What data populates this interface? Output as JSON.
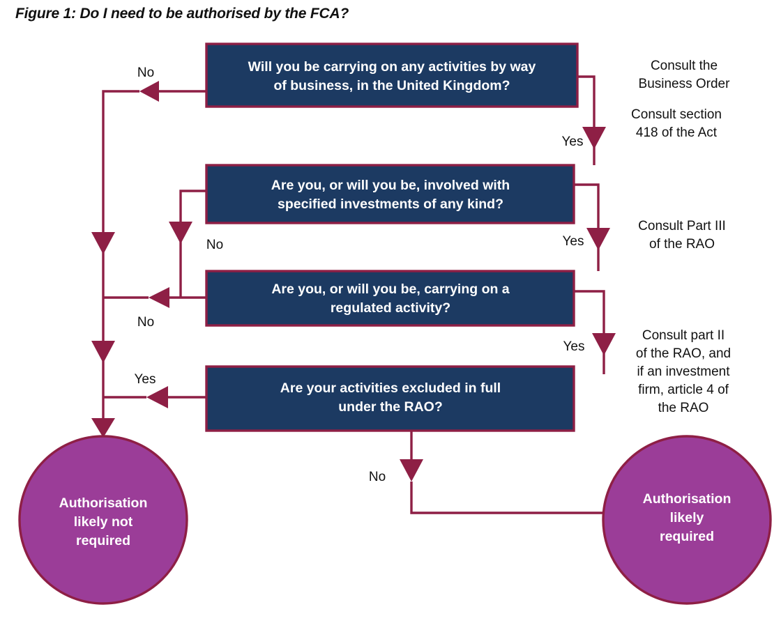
{
  "figure": {
    "title": "Figure 1: Do I need to be authorised by the FCA?"
  },
  "colors": {
    "box_fill": "#1c3a62",
    "line": "#8e1f45",
    "circle_fill": "#9b3d98",
    "text_on_fill": "#ffffff",
    "text_dark": "#111111",
    "background": "#ffffff"
  },
  "chart_data": {
    "type": "diagram",
    "title": "Figure 1: Do I need to be authorised by the FCA?",
    "nodes": [
      {
        "id": "q1",
        "shape": "rect",
        "text": "Will you be carrying on any activities by way of business, in the United Kingdom?"
      },
      {
        "id": "q2",
        "shape": "rect",
        "text": "Are you, or will you be, involved with specified investments of any kind?"
      },
      {
        "id": "q3",
        "shape": "rect",
        "text": "Are you, or will you be, carrying on a regulated activity?"
      },
      {
        "id": "q4",
        "shape": "rect",
        "text": "Are your activities excluded in full under the RAO?"
      },
      {
        "id": "end_not_required",
        "shape": "circle",
        "text": "Authorisation likely not required"
      },
      {
        "id": "end_required",
        "shape": "circle",
        "text": "Authorisation likely required"
      }
    ],
    "edges": [
      {
        "from": "q1",
        "to": "end_not_required",
        "label": "No"
      },
      {
        "from": "q1",
        "to": "q2",
        "label": "Yes"
      },
      {
        "from": "q2",
        "to": "end_not_required",
        "label": "No"
      },
      {
        "from": "q2",
        "to": "q3",
        "label": "Yes"
      },
      {
        "from": "q3",
        "to": "end_not_required",
        "label": "No"
      },
      {
        "from": "q3",
        "to": "q4",
        "label": "Yes"
      },
      {
        "from": "q4",
        "to": "end_not_required",
        "label": "Yes"
      },
      {
        "from": "q4",
        "to": "end_required",
        "label": "No"
      }
    ]
  },
  "boxes": {
    "q1": {
      "line1": "Will you be carrying on any activities by way",
      "line2": "of business, in the United Kingdom?"
    },
    "q2": {
      "line1": "Are you, or will you be, involved with",
      "line2": "specified investments of any kind?"
    },
    "q3": {
      "line1": "Are you, or will you be, carrying on a",
      "line2": "regulated activity?"
    },
    "q4": {
      "line1": "Are your activities excluded in full",
      "line2": "under the RAO?"
    }
  },
  "circles": {
    "left": {
      "line1": "Authorisation",
      "line2": "likely not",
      "line3": "required"
    },
    "right": {
      "line1": "Authorisation",
      "line2": "likely",
      "line3": "required"
    }
  },
  "edge_labels": {
    "q1_no": "No",
    "q1_yes": "Yes",
    "q2_no": "No",
    "q2_yes": "Yes",
    "q3_no": "No",
    "q3_yes": "Yes",
    "q4_yes": "Yes",
    "q4_no": "No"
  },
  "side_notes": {
    "note1": {
      "line1": "Consult the",
      "line2": "Business Order"
    },
    "note2": {
      "line1": "Consult section",
      "line2": "418 of the Act"
    },
    "note3": {
      "line1": "Consult Part III",
      "line2": "of the RAO"
    },
    "note4": {
      "line1": "Consult part II",
      "line2": "of the RAO, and",
      "line3": "if an investment",
      "line4": "firm, article 4 of",
      "line5": "the RAO"
    }
  }
}
